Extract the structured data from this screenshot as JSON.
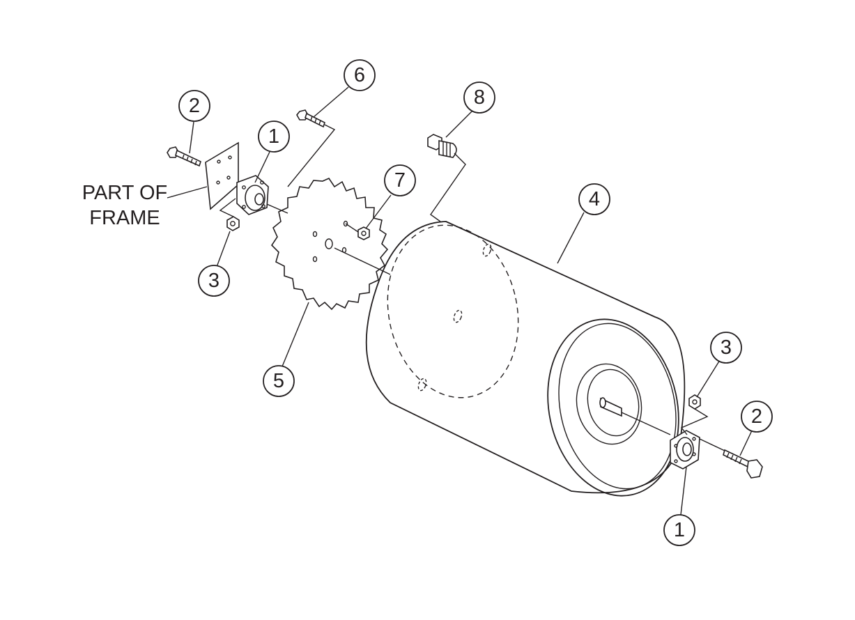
{
  "callouts": {
    "c1a": "1",
    "c1b": "1",
    "c2a": "2",
    "c2b": "2",
    "c3a": "3",
    "c3b": "3",
    "c4": "4",
    "c5": "5",
    "c6": "6",
    "c7": "7",
    "c8": "8"
  },
  "frame_label": {
    "line1": "PART OF",
    "line2": "FRAME"
  },
  "colors": {
    "line": "#231f20",
    "background": "#ffffff"
  }
}
